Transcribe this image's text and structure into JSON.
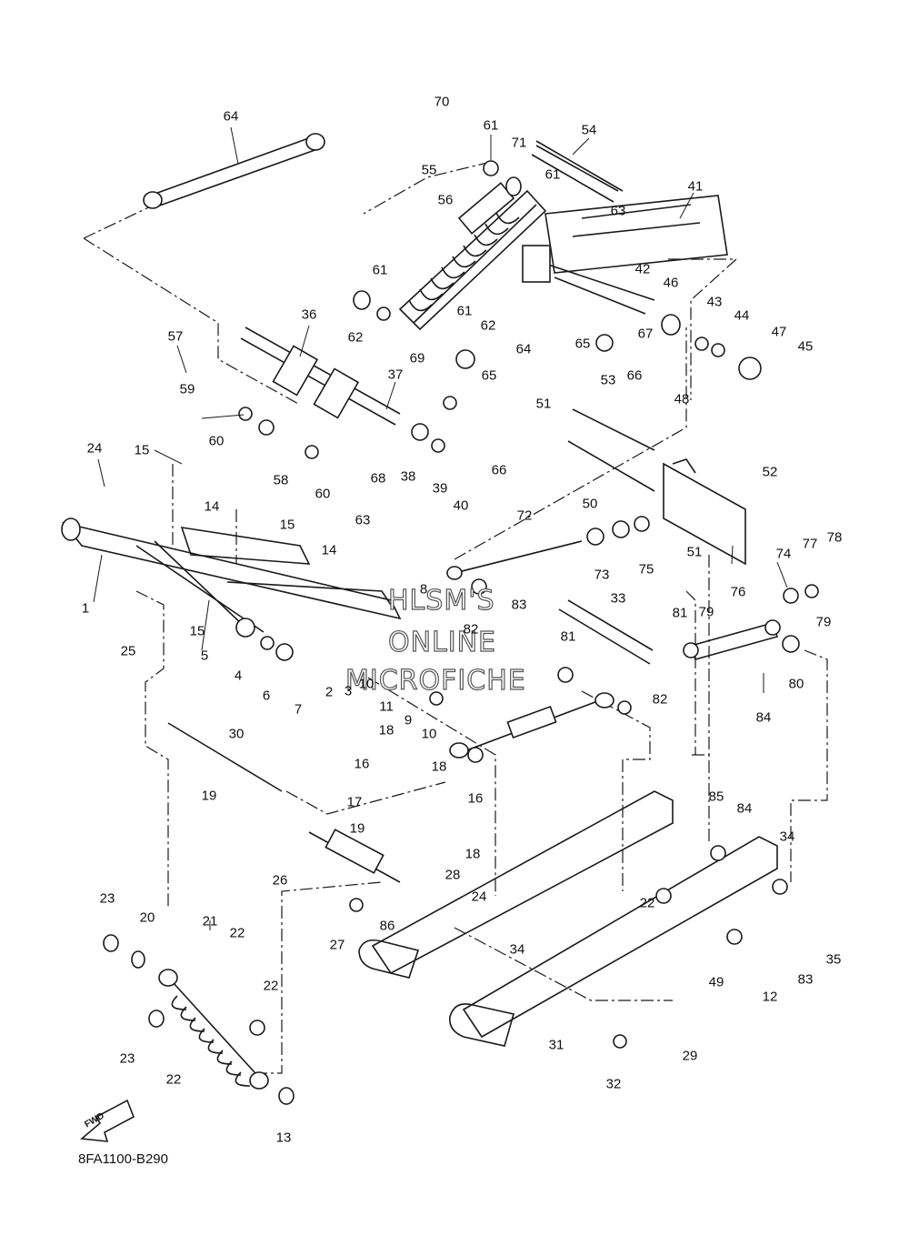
{
  "diagram_code": "8FA1100-B290",
  "fwd_label": "FWD",
  "watermark": {
    "line1": "HLSM'S",
    "line2": "ONLINE",
    "line3": "MICROFICHE"
  },
  "callouts": [
    "64",
    "70",
    "61",
    "71",
    "54",
    "55",
    "56",
    "61",
    "63",
    "41",
    "61",
    "62",
    "61",
    "62",
    "69",
    "65",
    "64",
    "36",
    "37",
    "57",
    "59",
    "60",
    "58",
    "60",
    "68",
    "63",
    "38",
    "39",
    "40",
    "65",
    "42",
    "46",
    "43",
    "44",
    "47",
    "45",
    "67",
    "66",
    "51",
    "53",
    "48",
    "50",
    "52",
    "66",
    "24",
    "15",
    "14",
    "15",
    "14",
    "1",
    "25",
    "15",
    "5",
    "4",
    "6",
    "7",
    "2",
    "3",
    "10",
    "11",
    "9",
    "10",
    "8",
    "82",
    "83",
    "72",
    "73",
    "75",
    "33",
    "81",
    "74",
    "77",
    "78",
    "76",
    "79",
    "51",
    "79",
    "81",
    "80",
    "84",
    "82",
    "16",
    "30",
    "19",
    "18",
    "16",
    "18",
    "17",
    "19",
    "18",
    "28",
    "24",
    "26",
    "27",
    "86",
    "85",
    "84",
    "34",
    "22",
    "23",
    "20",
    "21",
    "22",
    "22",
    "23",
    "22",
    "13",
    "34",
    "49",
    "83",
    "35",
    "12",
    "29",
    "31",
    "32"
  ]
}
